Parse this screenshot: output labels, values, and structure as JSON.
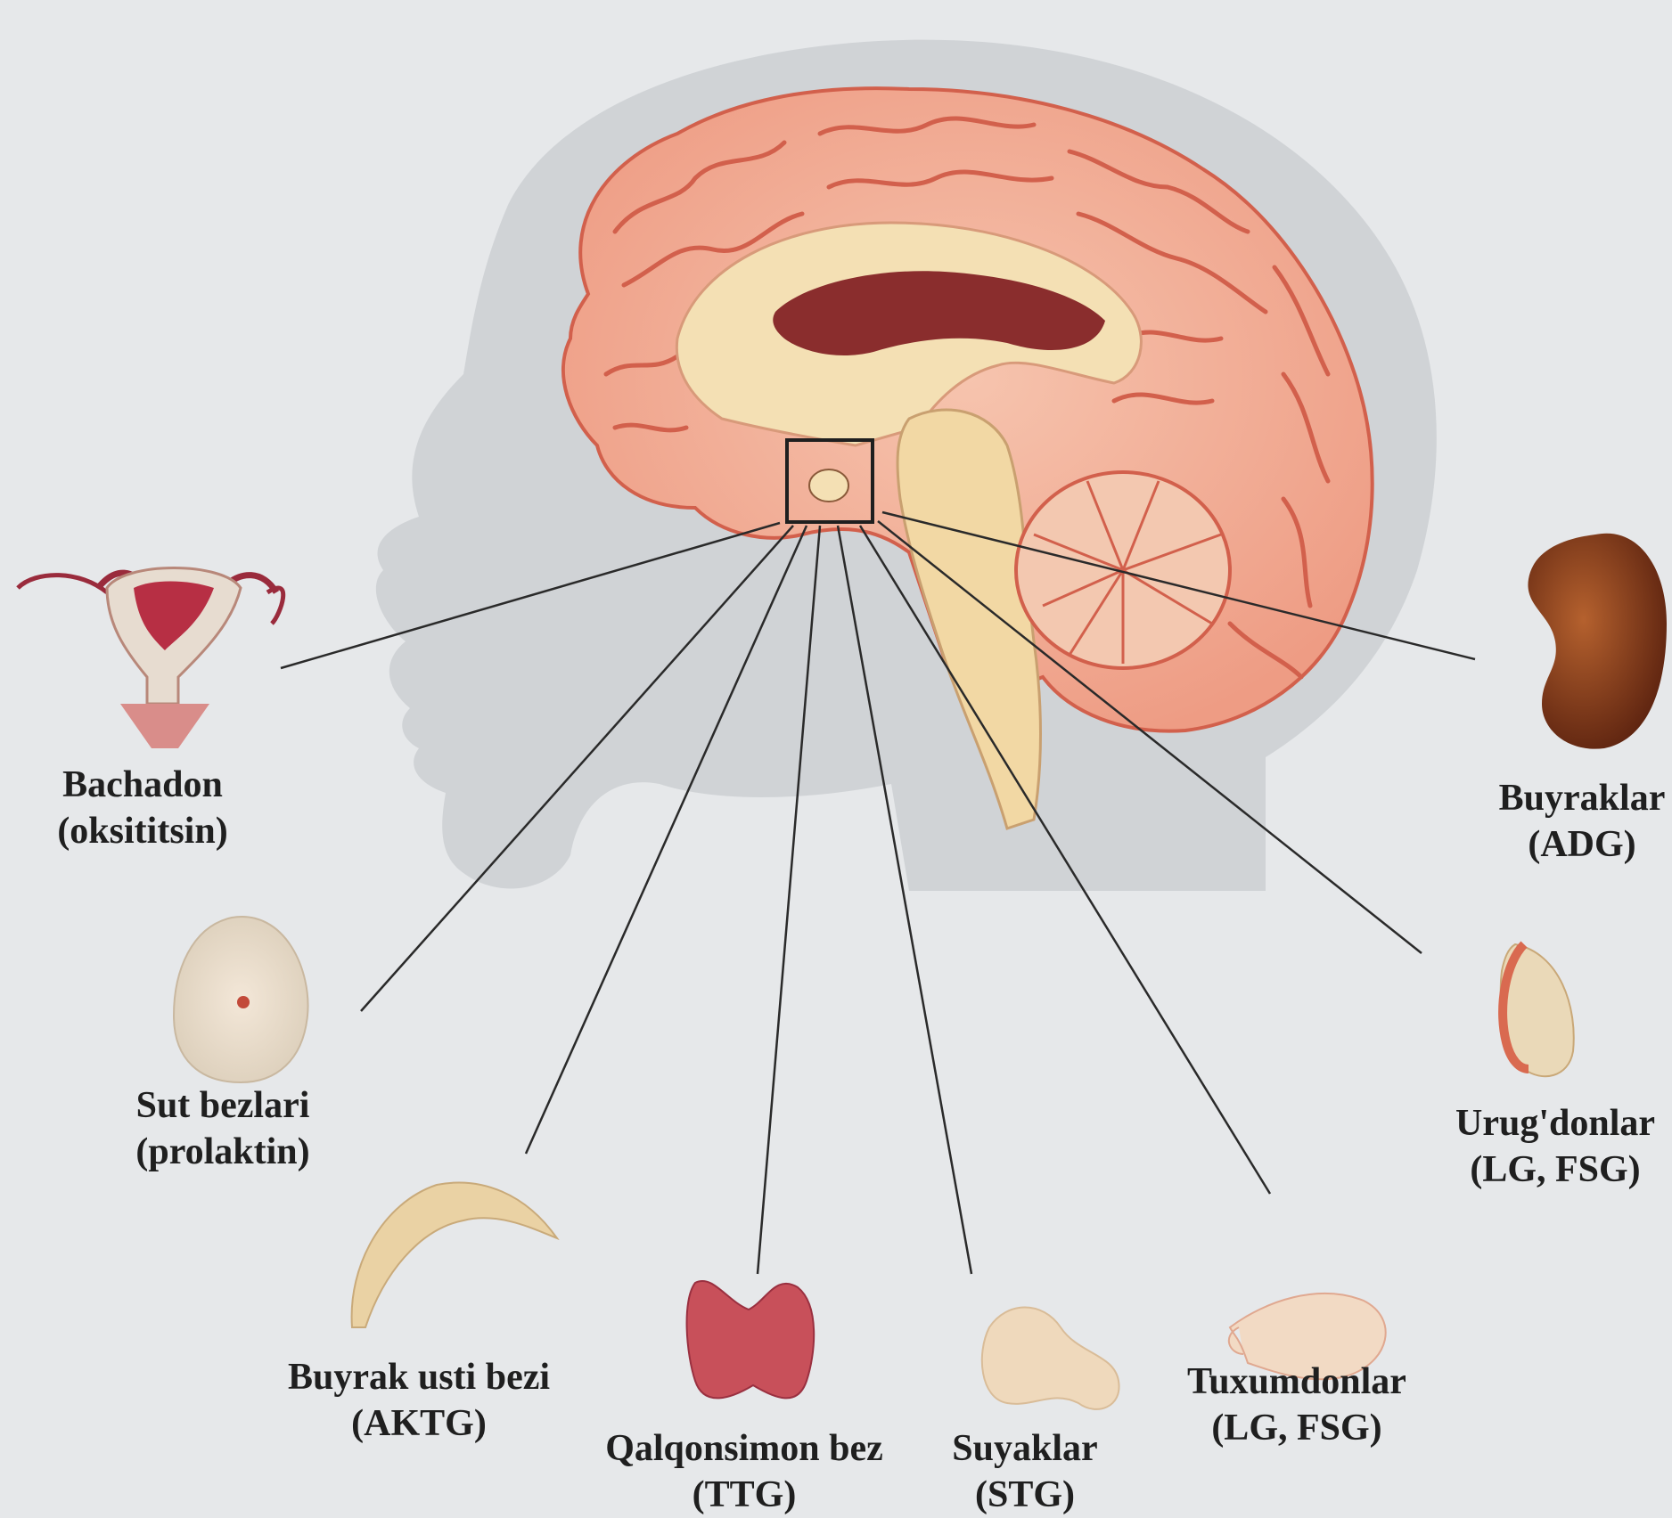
{
  "organs": [
    {
      "name": "Bachadon",
      "hormone": "(oksititsin)"
    },
    {
      "name": "Sut bezlari",
      "hormone": "(prolaktin)"
    },
    {
      "name": "Buyrak usti bezi",
      "hormone": "(AKTG)"
    },
    {
      "name": "Qalqonsimon bez",
      "hormone": "(TTG)"
    },
    {
      "name": "Suyaklar",
      "hormone": "(STG)"
    },
    {
      "name": "Tuxumdonlar",
      "hormone": "(LG, FSG)"
    },
    {
      "name": "Urug'donlar",
      "hormone": "(LG, FSG)"
    },
    {
      "name": "Buyraklar",
      "hormone": "(ADG)"
    }
  ],
  "colors": {
    "background": "#e6e8ea",
    "head_silhouette": "#cdd0d4",
    "brain_cortex": "#f0a890",
    "brain_gyri_lines": "#d2604c",
    "brain_inner": "#f4e0b4",
    "corpus_callosum": "#8a2d2d",
    "kidney": "#8a3a1a",
    "thyroid": "#c8505a",
    "leader_lines": "#2a2a2a"
  }
}
